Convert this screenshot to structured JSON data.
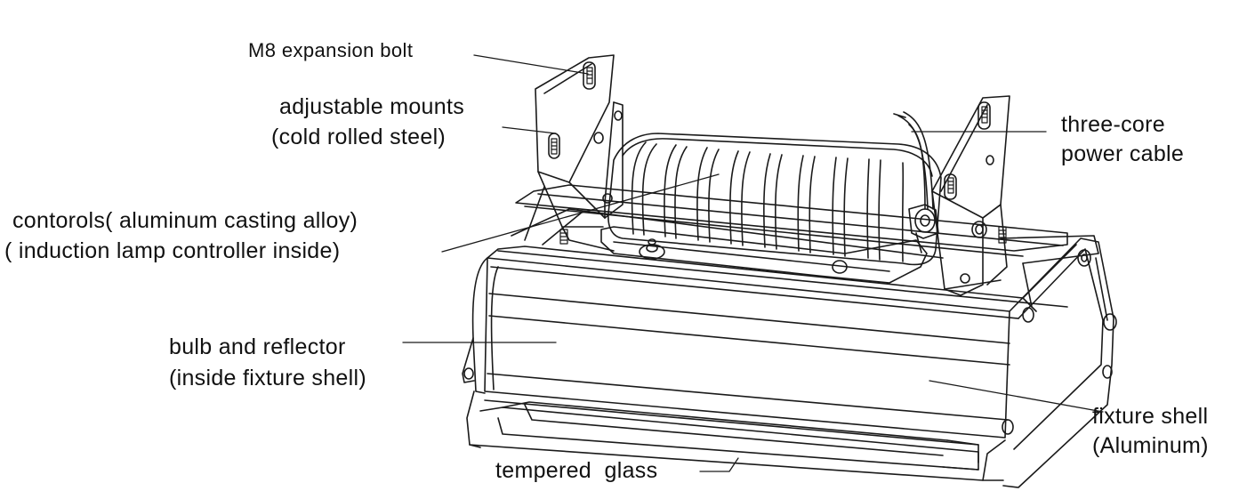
{
  "labels": {
    "m8_bolt": "M8 expansion bolt",
    "mounts_line1": "adjustable mounts",
    "mounts_line2": "(cold rolled steel)",
    "controls_line1": "contorols( aluminum casting alloy)",
    "controls_line2": "( induction lamp controller inside)",
    "bulb_line1": "bulb and reflector",
    "bulb_line2": "(inside fixture shell)",
    "glass": "tempered  glass",
    "cable_line1": "three-core",
    "cable_line2": "power cable",
    "shell_line1": "fixture shell",
    "shell_line2": "(Aluminum)"
  },
  "colors": {
    "line": "#1a1a1a",
    "text": "#111111",
    "background": "#ffffff"
  }
}
